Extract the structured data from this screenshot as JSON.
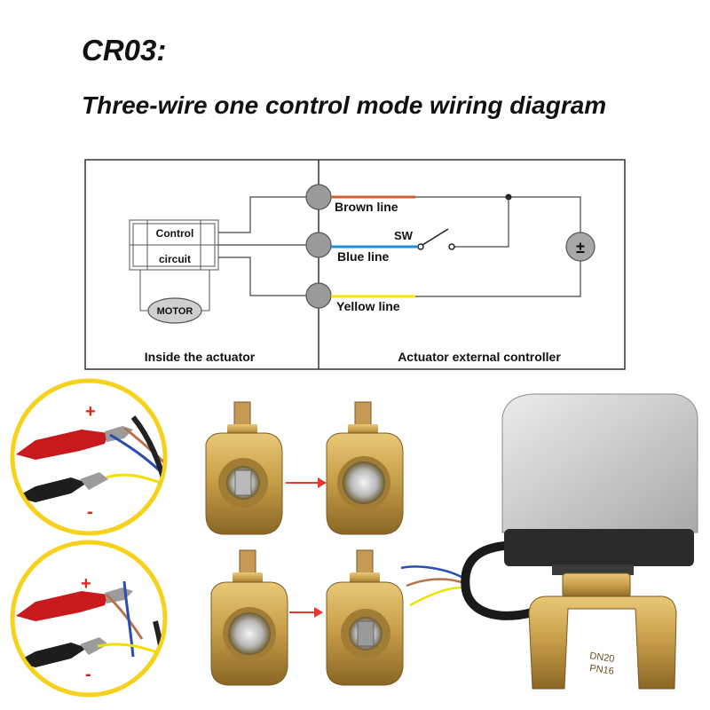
{
  "title": "CR03:",
  "subtitle": "Three-wire one control mode wiring diagram",
  "diagram": {
    "control_label": "Control",
    "circuit_label": "circuit",
    "motor_label": "MOTOR",
    "brown_line_label": "Brown line",
    "blue_line_label": "Blue line",
    "yellow_line_label": "Yellow line",
    "switch_label": "SW",
    "power_symbol": "±",
    "inside_label": "Inside the actuator",
    "external_label": "Actuator external controller"
  },
  "test_circles": [
    {
      "plus": "+",
      "minus": "-"
    },
    {
      "plus": "+",
      "minus": "-"
    }
  ],
  "valve_markings": {
    "size": "DN20",
    "pressure": "PN16"
  },
  "colors": {
    "brown_wire": "#d2602e",
    "blue_wire": "#1e8fd6",
    "yellow_wire": "#f5e400",
    "circle_ring": "#f7d21d",
    "plus_minus": "#e0201b",
    "arrow": "#e53a2a",
    "brass": "#c9a04a",
    "actuator_body": "#d6d6d6"
  }
}
